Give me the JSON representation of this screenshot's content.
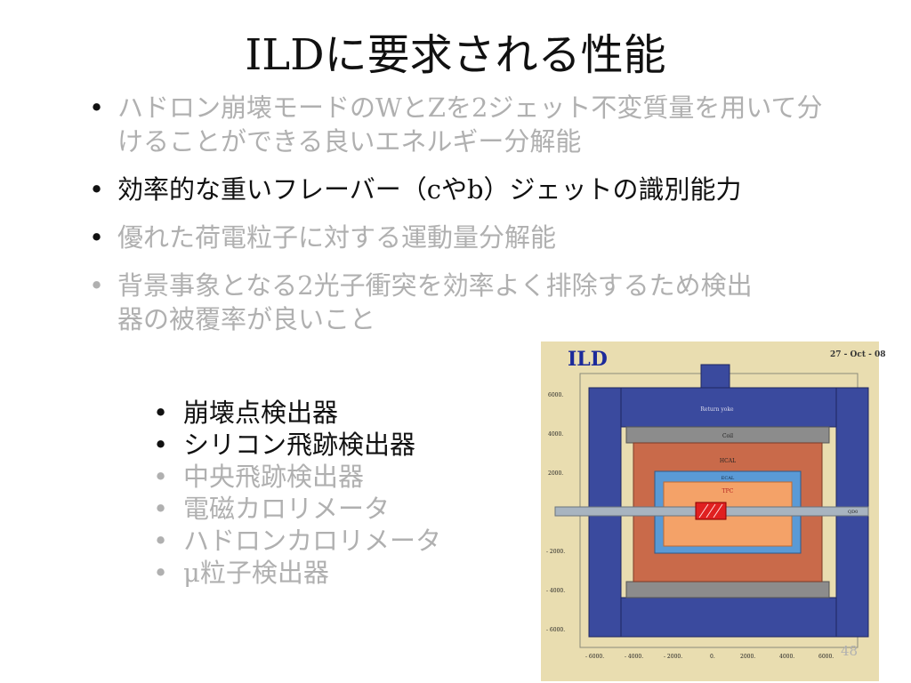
{
  "title": "ILDに要求される性能",
  "bullets": [
    {
      "text": "ハドロン崩壊モードのWとZを2ジェット不変質量を用いて分けることができる良いエネルギー分解能",
      "style": "gray"
    },
    {
      "text": "効率的な重いフレーバー（cやb）ジェットの識別能力",
      "style": "black"
    },
    {
      "text": "優れた荷電粒子に対する運動量分解能",
      "style": "gray"
    },
    {
      "text": "背景事象となる2光子衝突を効率よく排除するため検出器の被覆率が良いこと",
      "style": "gray"
    }
  ],
  "sub_bullets": [
    {
      "text": "崩壊点検出器",
      "style": "black"
    },
    {
      "text": "シリコン飛跡検出器",
      "style": "black"
    },
    {
      "text": "中央飛跡検出器",
      "style": "gray"
    },
    {
      "text": "電磁カロリメータ",
      "style": "gray"
    },
    {
      "text": "ハドロンカロリメータ",
      "style": "gray"
    },
    {
      "text": "μ粒子検出器",
      "style": "gray"
    }
  ],
  "bullet_glyph": "•",
  "page_number": "48",
  "diagram": {
    "title": "ILD",
    "date": "27 - Oct - 08",
    "labels": {
      "return_yoke": "Return yoke",
      "coil": "Coil",
      "hcal": "HCAL",
      "ecal": "ECAL",
      "tpc": "TPC",
      "qd0": "QD0"
    },
    "y_ticks": [
      "6000.",
      "4000.",
      "2000.",
      "- 2000.",
      "- 4000.",
      "- 6000."
    ],
    "x_ticks": [
      "- 6000.",
      "- 4000.",
      "- 2000.",
      "0.",
      "2000.",
      "4000.",
      "6000."
    ],
    "colors": {
      "bg": "#e9ddb0",
      "yoke": "#3a4a9e",
      "coil": "#8c8c8c",
      "hcal": "#c96a4a",
      "ecal": "#5a9ad6",
      "tpc": "#f4a268",
      "vertex": "#e02020",
      "title": "#1c2a9a"
    }
  }
}
